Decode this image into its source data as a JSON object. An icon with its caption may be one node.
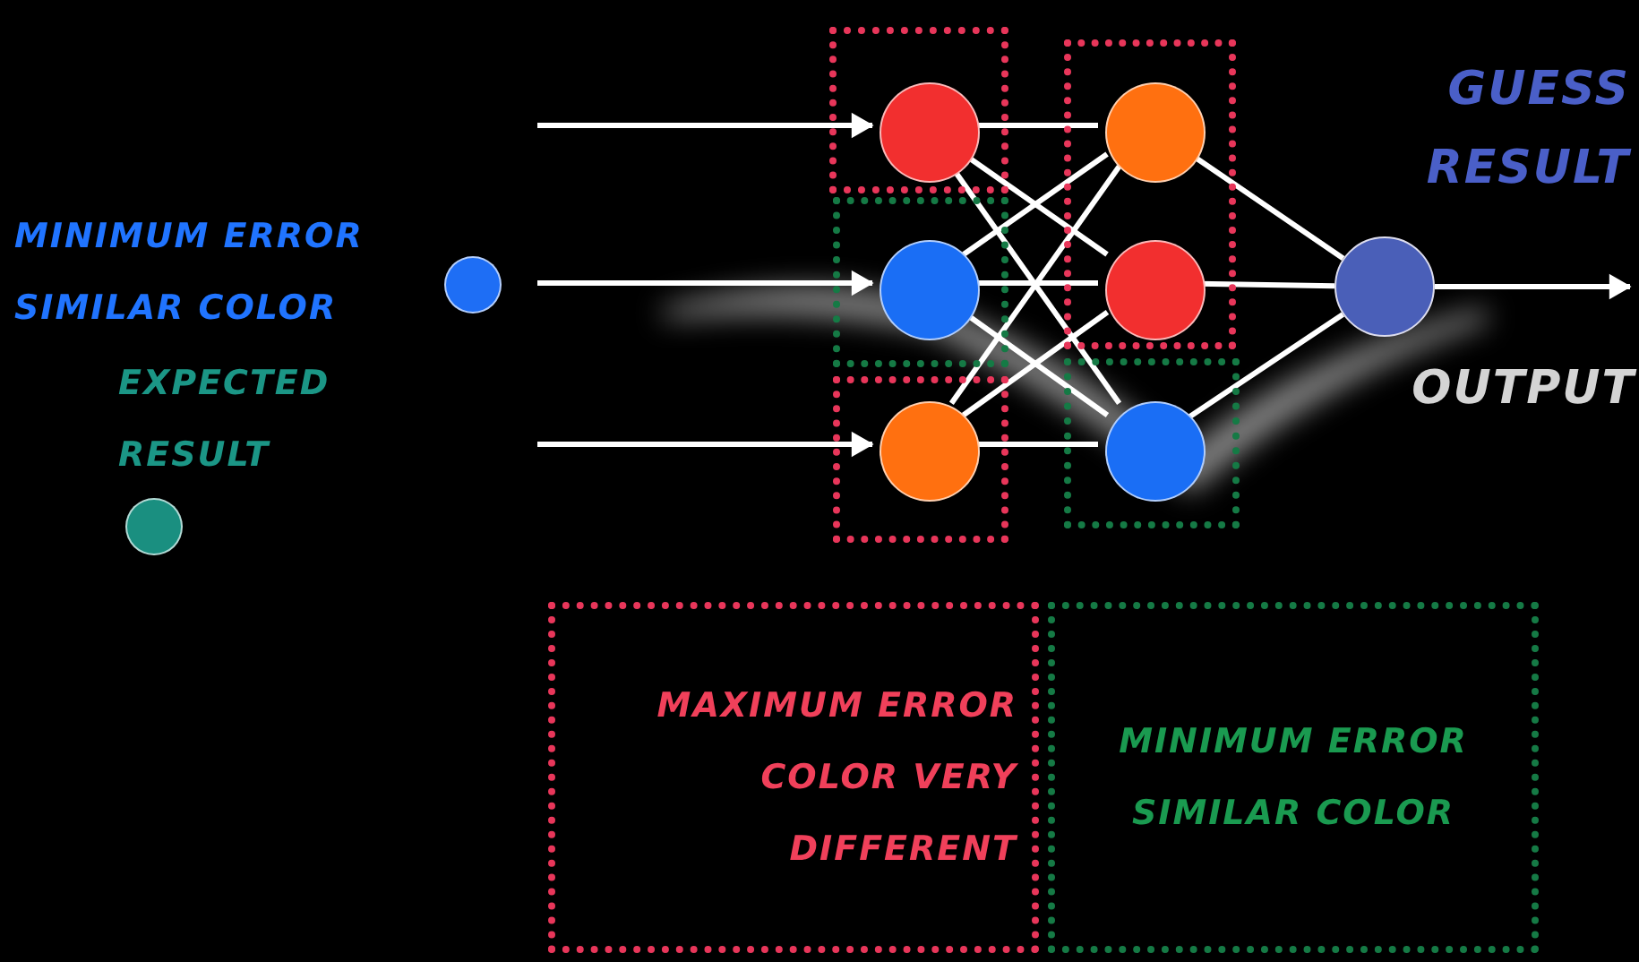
{
  "diagram": {
    "nodes": [
      {
        "text": [],
        "shape": "box"
      },
      {
        "text": [],
        "shape": "circle",
        "in": 0
      },
      {
        "text": [],
        "shape": "box"
      },
      {
        "text": [],
        "shape": "circle",
        "in": 2
      },
      {
        "text": [],
        "shape": "box"
      },
      {
        "text": [],
        "shape": "circle",
        "in": 4
      },
      {
        "text": [],
        "shape": "box"
      },
      {
        "text": [],
        "shape": "circle",
        "in": 6
      },
      {
        "text": [],
        "shape": "circle",
        "in": 6
      },
      {
        "text": [],
        "shape": "box"
      },
      {
        "text": [],
        "shape": "circle",
        "in": 9
      },
      {
        "text": [],
        "shape": "circle"
      },
      {
        "text": [
          "MAXIMUM ERROR COLOR VERY DIFFERENT"
        ]
      },
      {
        "text": [
          "MINIMUM ERROR SIMILAR COLOR"
        ]
      }
    ],
    "edges": [
      {
        "from": null,
        "to": 1,
        "arrow": "to"
      },
      {
        "from": null,
        "to": 3,
        "arrow": "to"
      },
      {
        "from": null,
        "to": 5,
        "arrow": "to"
      },
      {
        "from": 1,
        "to": 7,
        "arrow": "none"
      },
      {
        "from": 1,
        "to": 8,
        "arrow": "none"
      },
      {
        "from": 1,
        "to": 10,
        "arrow": "none"
      },
      {
        "from": 3,
        "to": 7,
        "arrow": "none"
      },
      {
        "from": 3,
        "to": 8,
        "arrow": "none"
      },
      {
        "from": 3,
        "to": 10,
        "arrow": "none"
      },
      {
        "from": 5,
        "to": 7,
        "arrow": "none"
      },
      {
        "from": 5,
        "to": 8,
        "arrow": "none"
      },
      {
        "from": 5,
        "to": 10,
        "arrow": "none"
      },
      {
        "from": 7,
        "to": 11,
        "arrow": "none"
      },
      {
        "from": 8,
        "to": 11,
        "arrow": "none"
      },
      {
        "from": 10,
        "to": 11,
        "arrow": "none"
      },
      {
        "from": 11,
        "to": null,
        "arrow": "to"
      }
    ],
    "labels": [
      "GUESS RESULT",
      "OUTPUT"
    ],
    "legend": [
      {
        "text": "MINIMUM ERROR SIMILAR COLOR",
        "color": "#1e6ef5"
      },
      {
        "text": "EXPECTED RESULT",
        "color": "#1a8f80"
      }
    ]
  }
}
